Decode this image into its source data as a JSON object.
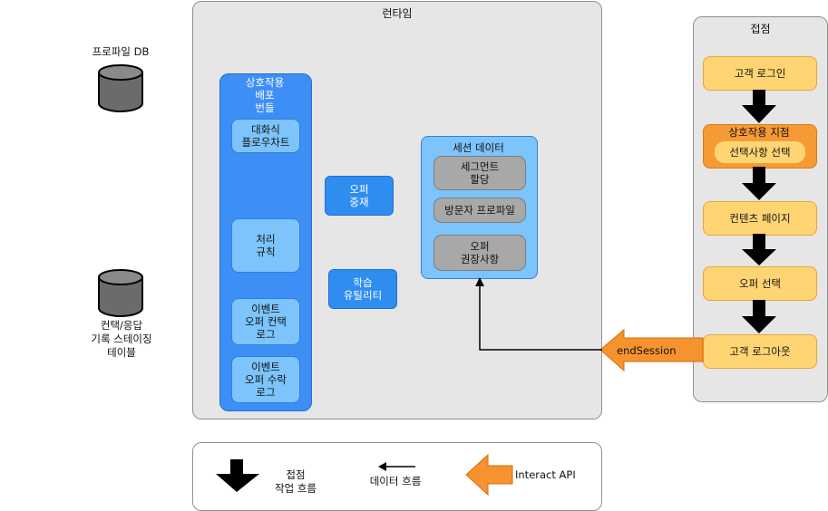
{
  "databases": {
    "profile_db": "프로파일 DB",
    "staging_table": "컨택/응답\n기록 스테이징\n테이블"
  },
  "runtime": {
    "title": "런타임",
    "bundle": {
      "title_lines": [
        "상호작용",
        "배포",
        "번들"
      ],
      "items": [
        {
          "lines": [
            "대화식",
            "플로우차트"
          ]
        },
        {
          "lines": [
            "처리",
            "규칙"
          ]
        },
        {
          "lines": [
            "이벤트",
            "오퍼 컨택",
            "로그"
          ]
        },
        {
          "lines": [
            "이벤트",
            "오퍼 수락",
            "로그"
          ]
        }
      ]
    },
    "offer_arbitration": [
      "오퍼",
      "중재"
    ],
    "learning_utility": [
      "학습",
      "유틸리티"
    ],
    "session_data": {
      "title": "세션 데이터",
      "items": [
        {
          "lines": [
            "세그먼트",
            "할당"
          ]
        },
        {
          "lines": [
            "방문자 프로파일"
          ]
        },
        {
          "lines": [
            "오퍼",
            "권장사항"
          ]
        }
      ]
    }
  },
  "touchpoint": {
    "title": "접점",
    "steps": [
      {
        "label": "고객 로그인"
      },
      {
        "label": "상호작용 지점",
        "inner": "선택사항 선택"
      },
      {
        "label": "컨텐츠 페이지"
      },
      {
        "label": "오퍼 선택"
      },
      {
        "label": "고객 로그아웃"
      }
    ]
  },
  "api_call": "endSession",
  "legend": {
    "touchpoint_flow": [
      "접점",
      "작업 흐름"
    ],
    "data_flow": "데이터 흐름",
    "interact_api": "Interact API"
  },
  "colors": {
    "panel_bg": "#e6e6e6",
    "bundle_blue": "#3d8ff5",
    "light_blue": "#7cc4fb",
    "grey_box": "#a8a8a8",
    "touchpoint_yellow": "#ffd573",
    "touchpoint_orange": "#f59a35",
    "api_arrow_orange": "#f7932e"
  }
}
